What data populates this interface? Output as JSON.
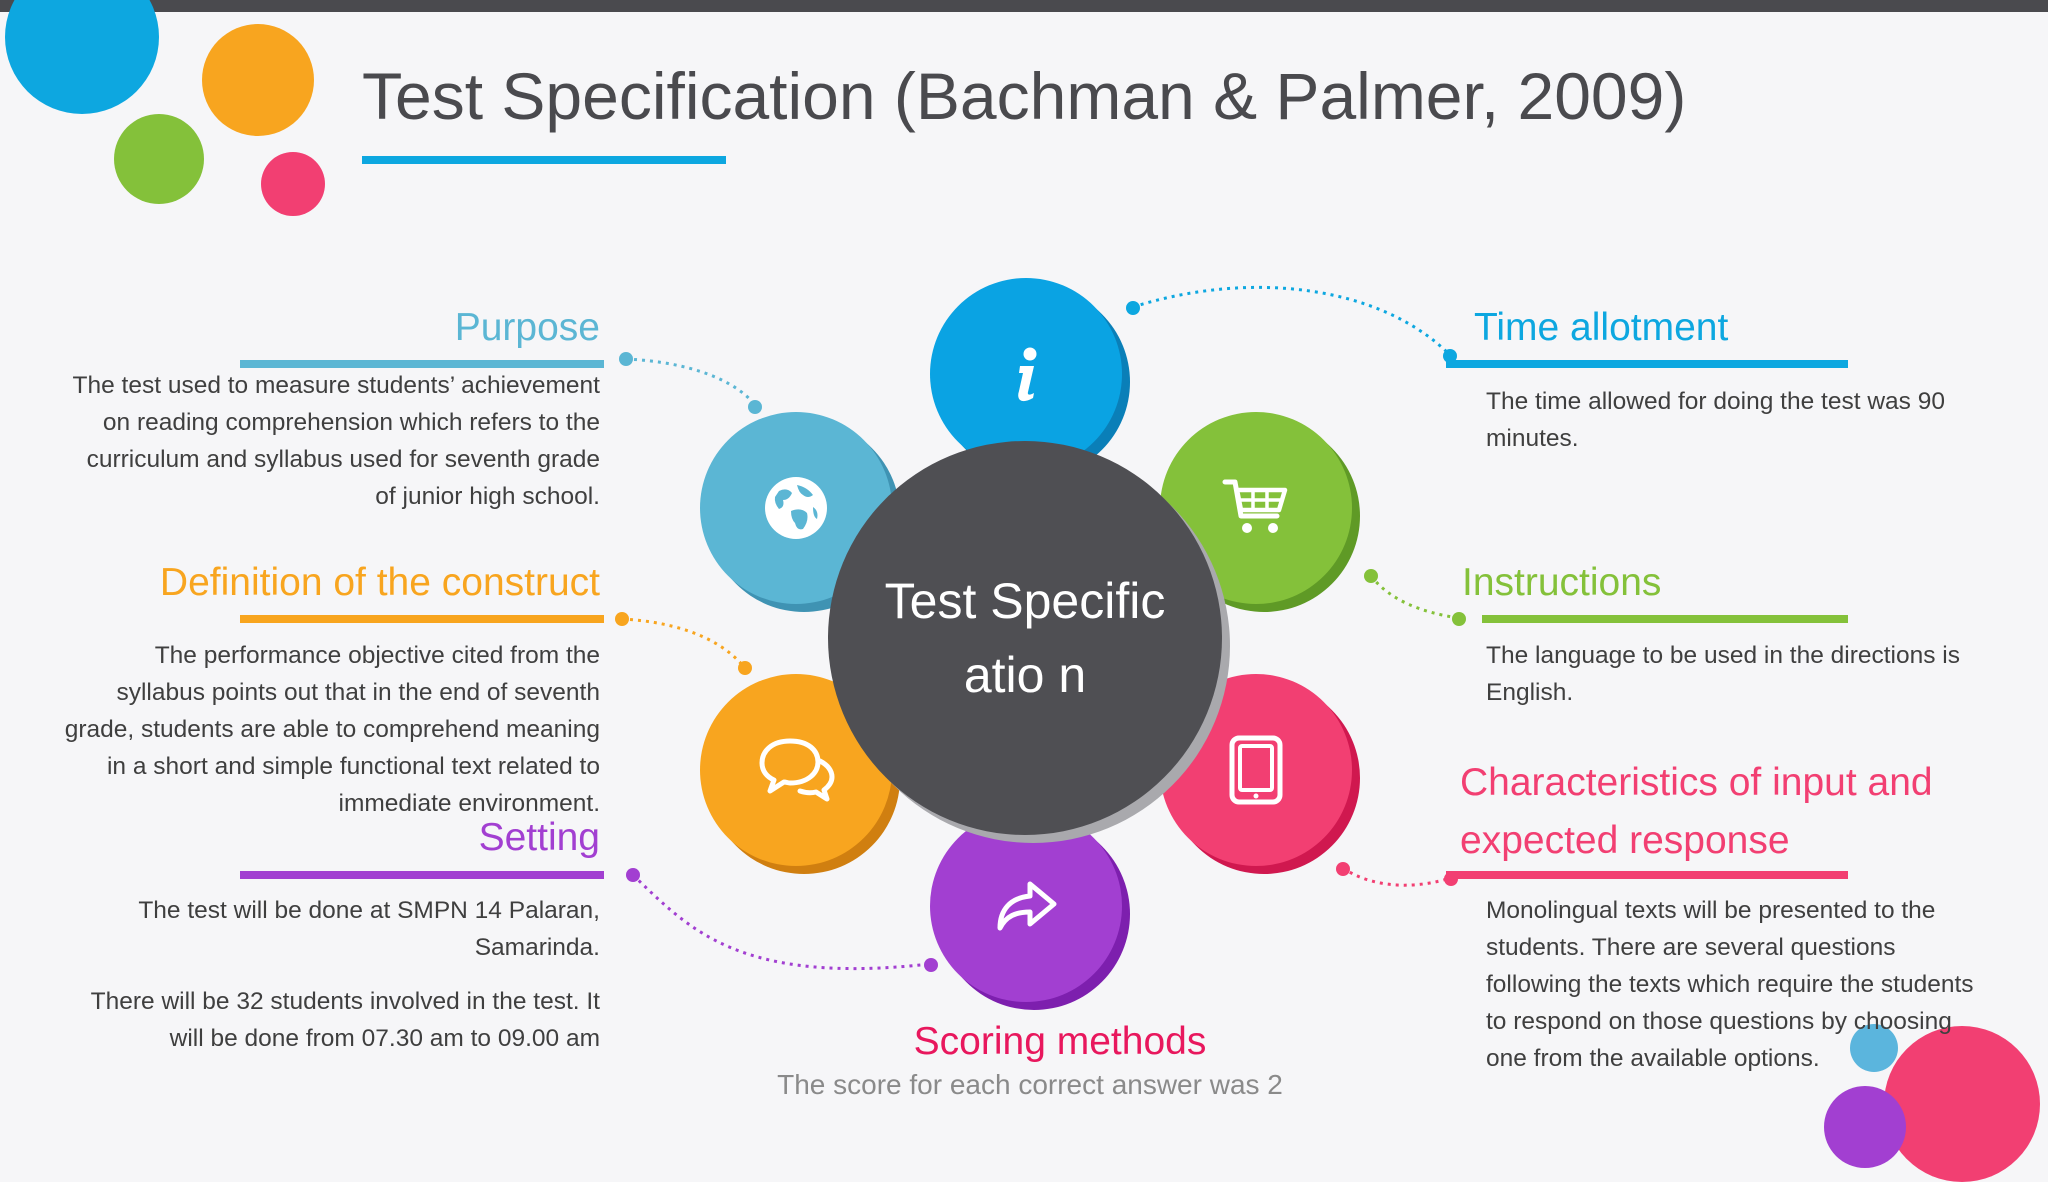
{
  "title": "Test Specification (Bachman & Palmer, 2009)",
  "center_label": "Test Specificatio n",
  "colors": {
    "blue": "#0da7e0",
    "teal": "#5bb6d4",
    "green": "#84c13a",
    "orange": "#f8a51f",
    "pink": "#f23f72",
    "purple": "#a23fd1",
    "center": "#4f4f53"
  },
  "sections": {
    "purpose": {
      "heading": "Purpose",
      "text": "The test used to measure students’ achievement on reading comprehension which refers to the curriculum and syllabus used for seventh grade of junior high school.",
      "icon": "globe-icon"
    },
    "construct": {
      "heading": "Definition of the construct",
      "text": "The performance objective cited from the syllabus points out that in the end of seventh grade, students are able to comprehend meaning in a short and simple functional text related to immediate environment.",
      "icon": "chat-bubbles-icon"
    },
    "setting": {
      "heading": "Setting",
      "text1": "The test will be done at SMPN 14 Palaran, Samarinda.",
      "text2": "There will be 32 students involved in the test. It will be done from 07.30 am to 09.00 am",
      "icon": "share-arrow-icon"
    },
    "time": {
      "heading": "Time allotment",
      "text": "The time allowed for doing the test was 90 minutes.",
      "icon": "info-icon"
    },
    "instructions": {
      "heading": "Instructions",
      "text": "The language to be used in the directions is English.",
      "icon": "shopping-cart-icon"
    },
    "characteristics": {
      "heading": "Characteristics of input and expected response",
      "text": "Monolingual texts will be presented to the students. There are several questions following the texts which require the students to respond on those questions by choosing one from the available options.",
      "icon": "tablet-icon"
    },
    "scoring": {
      "heading": "Scoring methods",
      "text": "The score for each correct answer was 2"
    }
  }
}
